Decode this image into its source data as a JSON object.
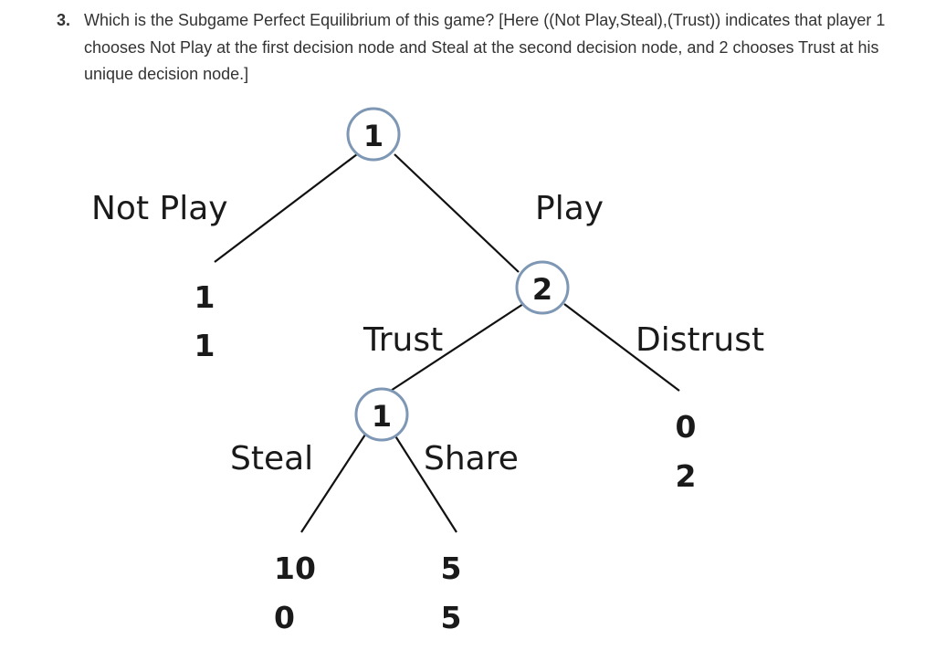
{
  "question": {
    "number": "3.",
    "text": "Which is the Subgame Perfect Equilibrium of this game? [Here ((Not Play,Steal),(Trust)) indicates that player 1 chooses Not Play at the first decision node and Steal at the second decision node, and 2 chooses Trust at his unique decision node.]"
  },
  "tree": {
    "nodes": {
      "root": "1",
      "player2": "2",
      "player1_second": "1"
    },
    "actions": {
      "not_play": "Not Play",
      "play": "Play",
      "trust": "Trust",
      "distrust": "Distrust",
      "steal": "Steal",
      "share": "Share"
    },
    "payoffs": {
      "not_play": [
        "1",
        "1"
      ],
      "distrust": [
        "0",
        "2"
      ],
      "steal": [
        "10",
        "0"
      ],
      "share": [
        "5",
        "5"
      ]
    }
  }
}
